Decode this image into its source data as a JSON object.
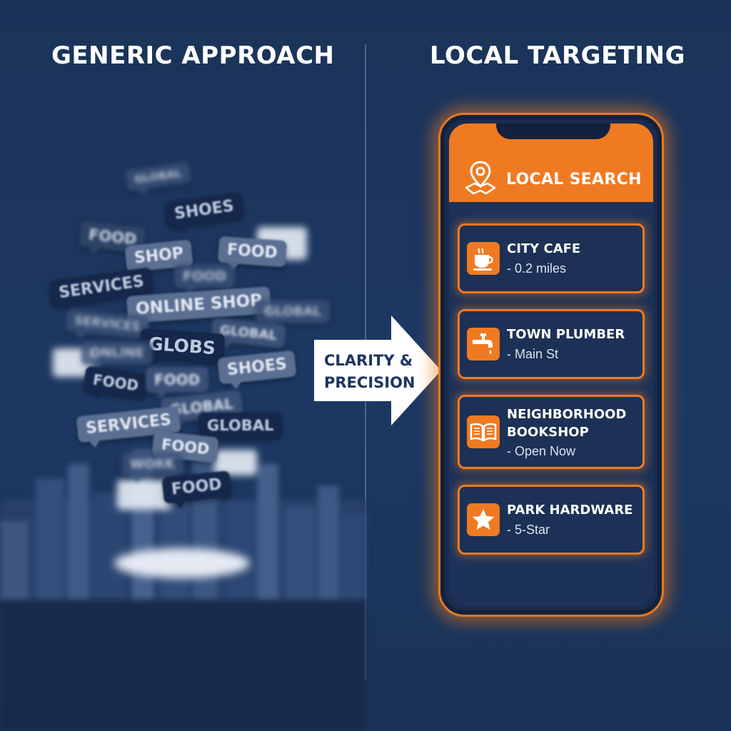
{
  "left": {
    "heading": "GENERIC APPROACH",
    "tags": [
      {
        "text": "GLOBAL"
      },
      {
        "text": "SHOES"
      },
      {
        "text": "FOOD"
      },
      {
        "text": "SHOP"
      },
      {
        "text": "FOOD"
      },
      {
        "text": "FOOD"
      },
      {
        "text": "SERVICES"
      },
      {
        "text": "ONLINE SHOP"
      },
      {
        "text": "GLOBAL"
      },
      {
        "text": "SERVICES"
      },
      {
        "text": "GLOBAL"
      },
      {
        "text": "GLOBS"
      },
      {
        "text": "ONLINE"
      },
      {
        "text": "SHOES"
      },
      {
        "text": "FOOD"
      },
      {
        "text": "FOOD"
      },
      {
        "text": "GLOBAL"
      },
      {
        "text": "SERVICES"
      },
      {
        "text": "GLOBAL"
      },
      {
        "text": "FOOD"
      },
      {
        "text": "WORK"
      },
      {
        "text": "FOOD"
      }
    ]
  },
  "center": {
    "arrow_line1": "CLARITY &",
    "arrow_line2": "PRECISION"
  },
  "right": {
    "heading": "LOCAL TARGETING",
    "app": {
      "title": "LOCAL SEARCH",
      "results": [
        {
          "name_line1": "CITY CAFE",
          "name_line2": "",
          "detail": "- 0.2 miles",
          "icon": "coffee-cup-icon"
        },
        {
          "name_line1": "TOWN PLUMBER",
          "name_line2": "",
          "detail": "- Main St",
          "icon": "faucet-icon"
        },
        {
          "name_line1": "NEIGHBORHOOD",
          "name_line2": "BOOKSHOP",
          "detail": "- Open Now",
          "icon": "open-book-icon"
        },
        {
          "name_line1": "PARK HARDWARE",
          "name_line2": "",
          "detail": "- 5-Star",
          "icon": "star-icon"
        }
      ]
    }
  },
  "colors": {
    "background": "#1c3863",
    "accent": "#f07a22",
    "arrow": "#ffffff"
  }
}
